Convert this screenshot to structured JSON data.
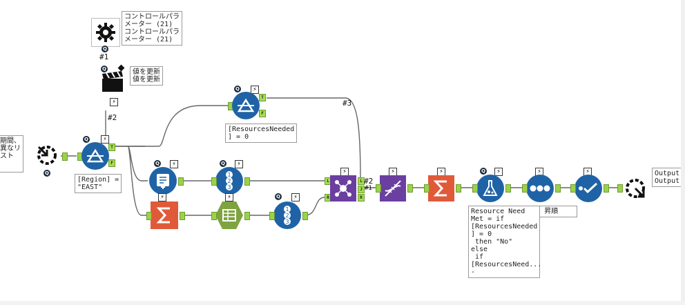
{
  "annotations": {
    "control_param": "コントロールパラ\nメーター (21)\nコントロールパラ\nメーター (21)",
    "update_value": "値を更新\n値を更新",
    "left_partial": "期間、\n異なリ\nスト",
    "filter_region": "[Region] =\n\"EAST\"",
    "filter_resources": "[ResourcesNeeded\n] = 0",
    "formula": "Resource Need\nMet = if\n[ResourcesNeeded\n] = 0\n then \"No\"\nelse\n if\n[ResourcesNeed...\n-",
    "sort": "d - 昇順",
    "output": "Output\nOutput"
  },
  "labels": {
    "conn1": "#1",
    "conn2": "#2",
    "conn3": "#3",
    "conn2b": "#2",
    "conn1b": "#1"
  },
  "anchors": {
    "true": "T",
    "false": "F",
    "left": "L",
    "join": "J",
    "right": "R"
  },
  "badges": {
    "q": "Q",
    "bolt": "⚡"
  },
  "colors": {
    "tool_blue": "#1f63a6",
    "tool_orange": "#e05a3a",
    "tool_purple": "#6b3fa0",
    "tool_green": "#7ea33f",
    "anchor_green": "#9bd24a"
  }
}
